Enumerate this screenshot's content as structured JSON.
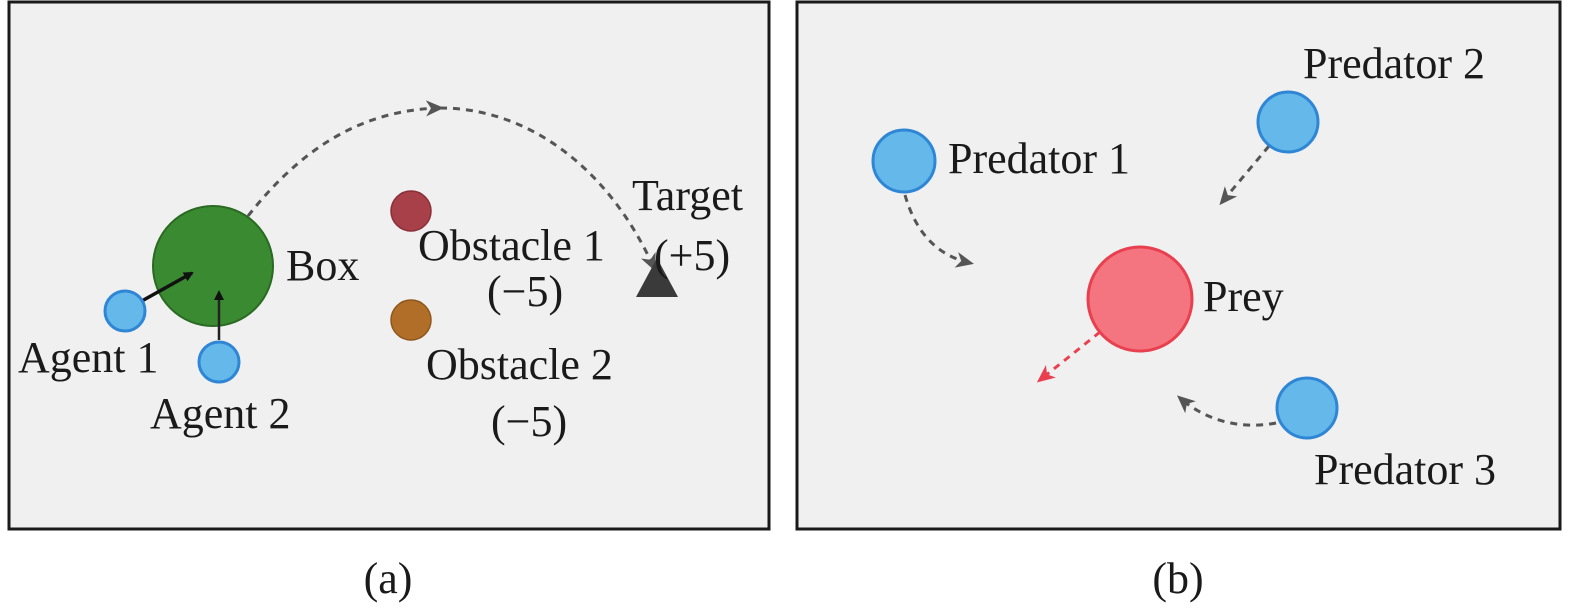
{
  "colors": {
    "panel_bg": "#f0f0f0",
    "agent_blue": "#64b8ea",
    "agent_blue_stroke": "#2f86d4",
    "box_green": "#3a8a32",
    "box_green_stroke": "#2a6a22",
    "obstacle1": "#a8404a",
    "obstacle2": "#b06e28",
    "prey_fill": "#f47580",
    "prey_stroke": "#e8404f",
    "target": "#3a3a3a",
    "trajectory": "#555555",
    "prey_trajectory": "#e8404f"
  },
  "panel_a": {
    "caption": "(a)",
    "labels": {
      "box": "Box",
      "agent1": "Agent 1",
      "agent2": "Agent 2",
      "obstacle1": "Obstacle 1",
      "obstacle1_reward": "(−5)",
      "obstacle2": "Obstacle 2",
      "obstacle2_reward": "(−5)",
      "target": "Target",
      "target_reward": "(+5)"
    }
  },
  "panel_b": {
    "caption": "(b)",
    "labels": {
      "predator1": "Predator 1",
      "predator2": "Predator 2",
      "predator3": "Predator 3",
      "prey": "Prey"
    }
  }
}
